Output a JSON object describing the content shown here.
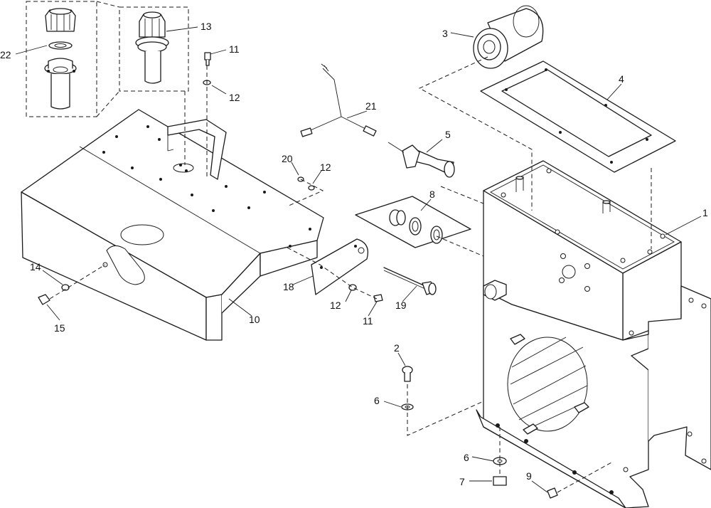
{
  "callouts": {
    "c1": "1",
    "c2": "2",
    "c3": "3",
    "c4": "4",
    "c5": "5",
    "c6a": "6",
    "c6b": "6",
    "c7": "7",
    "c8": "8",
    "c9": "9",
    "c10": "10",
    "c11a": "11",
    "c11b": "11",
    "c12a": "12",
    "c12b": "12",
    "c12c": "12",
    "c13": "13",
    "c14": "14",
    "c15": "15",
    "c18": "18",
    "c19": "19",
    "c20": "20",
    "c21": "21",
    "c22": "22"
  },
  "colors": {
    "line": "#1a1a1a",
    "background": "#ffffff",
    "shade": "#d9d9d9"
  }
}
